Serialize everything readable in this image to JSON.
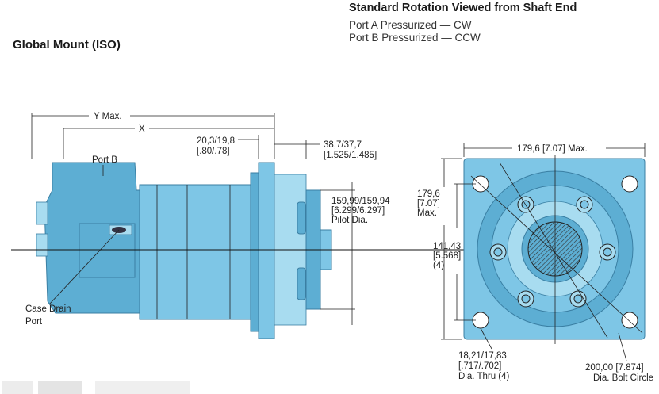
{
  "header": {
    "title": "Standard Rotation Viewed from Shaft End",
    "lines": [
      "Port A Pressurized — CW",
      "Port B Pressurized — CCW"
    ]
  },
  "section_title": "Global Mount (ISO)",
  "labels": {
    "y_max": "Y Max.",
    "x": "X",
    "dim_20_a": "20,3/19,8",
    "dim_20_b": "[.80/.78]",
    "dim_38_a": "38,7/37,7",
    "dim_38_b": "[1.525/1.485]",
    "port_b": "Port B",
    "pilot_a": "159,99/159,94",
    "pilot_b": "[6.299/6.297]",
    "pilot_c": "Pilot Dia.",
    "case_drain_a": "Case Drain",
    "case_drain_b": "Port",
    "max_180_h": "179,6 [7.07] Max.",
    "max_180_v_a": "179,6",
    "max_180_v_b": "[7.07]",
    "max_180_v_c": "Max.",
    "dim_141_a": "141,43",
    "dim_141_b": "[5.568]",
    "dim_141_c": "(4)",
    "thru_a": "18,21/17,83",
    "thru_b": "[.717/.702]",
    "thru_c": "Dia. Thru (4)",
    "bolt_a": "200,00 [7.874]",
    "bolt_b": "Dia. Bolt Circle"
  }
}
